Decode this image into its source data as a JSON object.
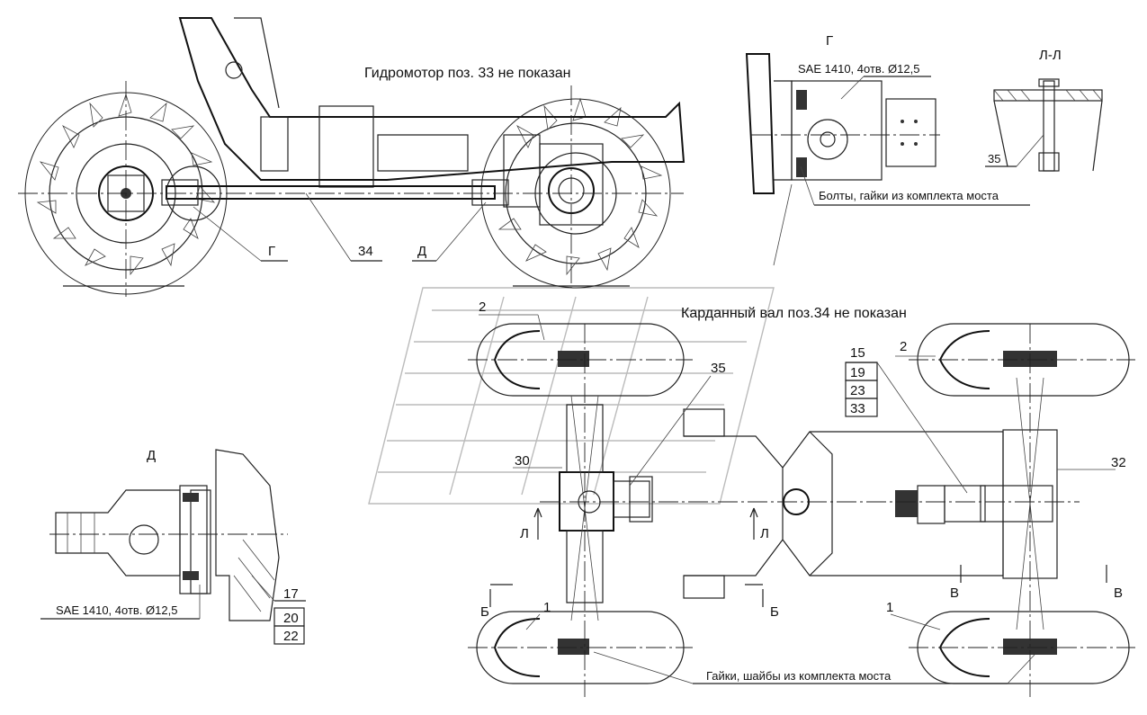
{
  "notes": {
    "hydromotor_not_shown": "Гидромотор поз. 33 не показан",
    "cardan_not_shown": "Карданный вал поз.34 не показан",
    "bolts_nuts": "Болты, гайки из комплекта моста",
    "nuts_washers": "Гайки, шайбы из комплекта моста",
    "sae_spec_g": "SAE 1410, 4отв. Ø12,5",
    "sae_spec_d": "SAE 1410, 4отв. Ø12,5"
  },
  "views": {
    "g": "Г",
    "d": "Д",
    "ll": "Л-Л"
  },
  "callouts": {
    "g_side": "Г",
    "d_side": "Д",
    "p34": "34",
    "p35_ll": "35",
    "p2_left": "2",
    "p2_right": "2",
    "p35_plan": "35",
    "p30": "30",
    "p32": "32",
    "p1_left": "1",
    "p1_right": "1",
    "stack_right": [
      "15",
      "19",
      "23",
      "33"
    ],
    "stack_d": [
      "17",
      "20",
      "22"
    ]
  },
  "section_marks": {
    "l_left": "Л",
    "l_right": "Л",
    "b_left": "Б",
    "b_right": "Б",
    "v_left": "В",
    "v_right": "В"
  }
}
